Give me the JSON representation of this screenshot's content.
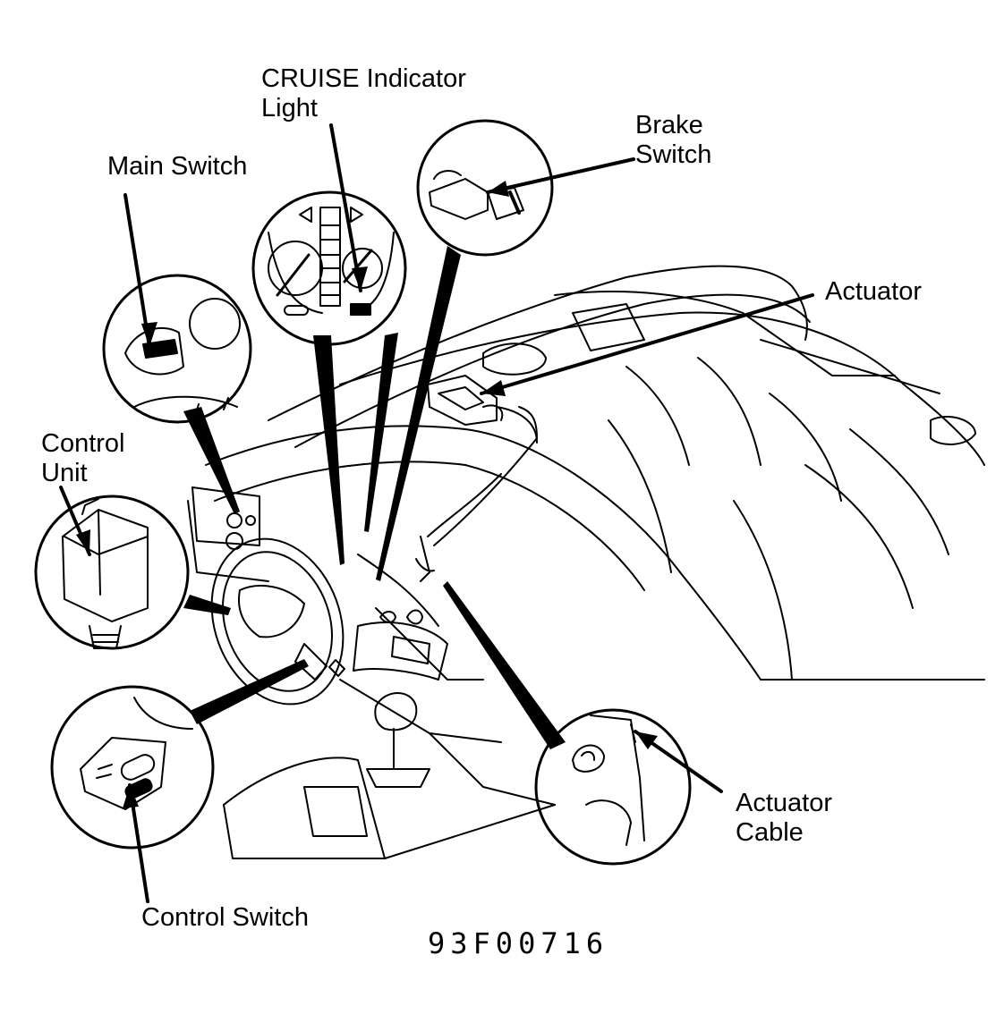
{
  "labels": {
    "cruise_indicator": [
      "CRUISE Indicator",
      "Light"
    ],
    "brake_switch": [
      "Brake",
      "Switch"
    ],
    "main_switch": "Main Switch",
    "actuator": "Actuator",
    "control_unit": [
      "Control",
      "Unit"
    ],
    "actuator_cable": [
      "Actuator",
      "Cable"
    ],
    "control_switch": "Control Switch"
  },
  "figure_code": "93F00716",
  "colors": {
    "ink": "#000000",
    "paper": "#ffffff"
  }
}
